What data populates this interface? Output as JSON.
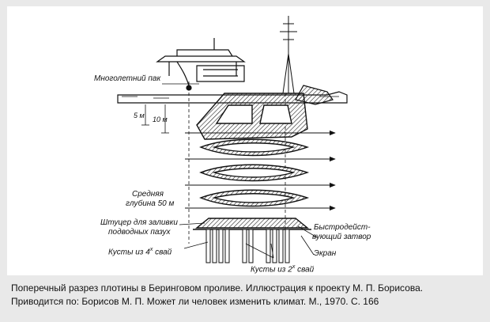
{
  "figure": {
    "labels": {
      "ice_pack": "Многолетний пак",
      "depth_5m": "5 м",
      "depth_10m": "10 м",
      "mean_depth_line1": "Средняя",
      "mean_depth_line2": "глубина 50 м",
      "fitting_line1": "Штуцер для заливки",
      "fitting_line2": "подводных пазух",
      "pile_clusters_4": "Кусты из 4",
      "pile_clusters_4_sup": "х",
      "pile_clusters_4_end": " свай",
      "pile_clusters_2": "Кусты из 2",
      "pile_clusters_2_sup": "х",
      "pile_clusters_2_end": " свай",
      "fast_gate_line1": "Быстродейст-",
      "fast_gate_line2": "вующий затвор",
      "screen": "Экран"
    }
  },
  "caption": {
    "line1": "Поперечный разрез плотины в Беринговом проливе. Иллюстрация к проекту М. П. Борисова.",
    "line2": "Приводится по: Борисов М. П. Может ли человек изменить климат. М., 1970. С. 166"
  }
}
